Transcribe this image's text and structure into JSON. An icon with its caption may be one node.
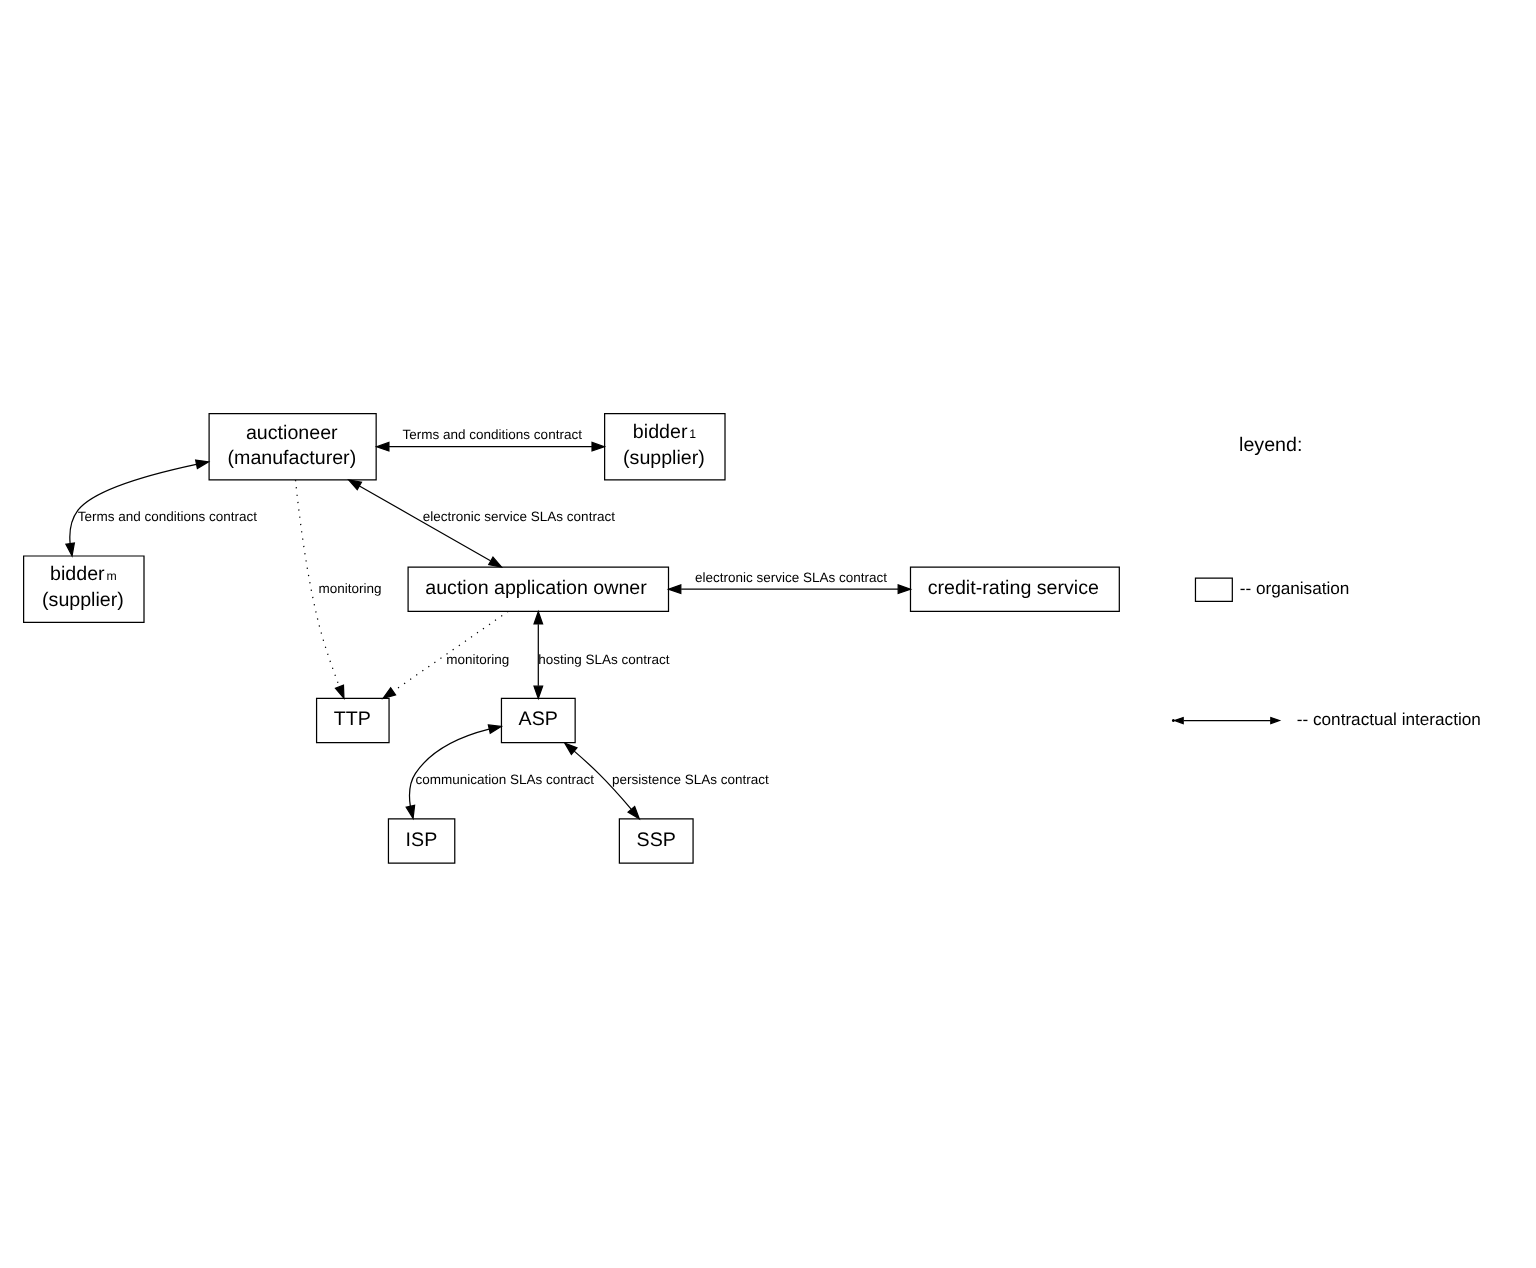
{
  "diagram": {
    "nodes": [
      {
        "text": [
          "auctioneer (manufacturer)"
        ]
      },
      {
        "text": [
          "bidder$_{1}$ (supplier)"
        ]
      },
      {
        "text": [
          "bidder$_{m}$ (supplier)"
        ]
      },
      {
        "text": [
          "TTP"
        ]
      },
      {
        "text": [
          "auction application owner"
        ]
      },
      {
        "text": [
          "credit-rating service"
        ]
      },
      {
        "text": [
          "ASP"
        ]
      },
      {
        "text": [
          "ISP"
        ]
      },
      {
        "text": [
          "SSP"
        ]
      }
    ],
    "edges": [
      {
        "from": 0,
        "to": 1,
        "arrow": "both",
        "label": "Terms and conditions contract"
      },
      {
        "from": 0,
        "to": 2,
        "arrow": "both",
        "label": "Terms and conditions contract"
      },
      {
        "from": 0,
        "to": 3,
        "arrow": "to",
        "label": "monitoring",
        "style": "dashed"
      },
      {
        "from": 4,
        "to": 3,
        "arrow": "to",
        "label": "monitoring",
        "style": "dashed"
      },
      {
        "from": 0,
        "to": 4,
        "arrow": "both",
        "label": "electronic service SLAs contract"
      },
      {
        "from": 4,
        "to": 5,
        "arrow": "both",
        "label": "electronic service SLAs contract"
      },
      {
        "from": 4,
        "to": 6,
        "arrow": "both",
        "label": "hosting SLAs contract"
      },
      {
        "from": 6,
        "to": 7,
        "arrow": "both",
        "label": "communication SLAs contract"
      },
      {
        "from": 6,
        "to": 8,
        "arrow": "both",
        "label": "persistence SLAs contract"
      }
    ],
    "labels": [
      "leyend:"
    ],
    "legend": [
      {
        "text": "-- organisation"
      },
      {
        "text": "-- contractual interaction"
      }
    ]
  }
}
